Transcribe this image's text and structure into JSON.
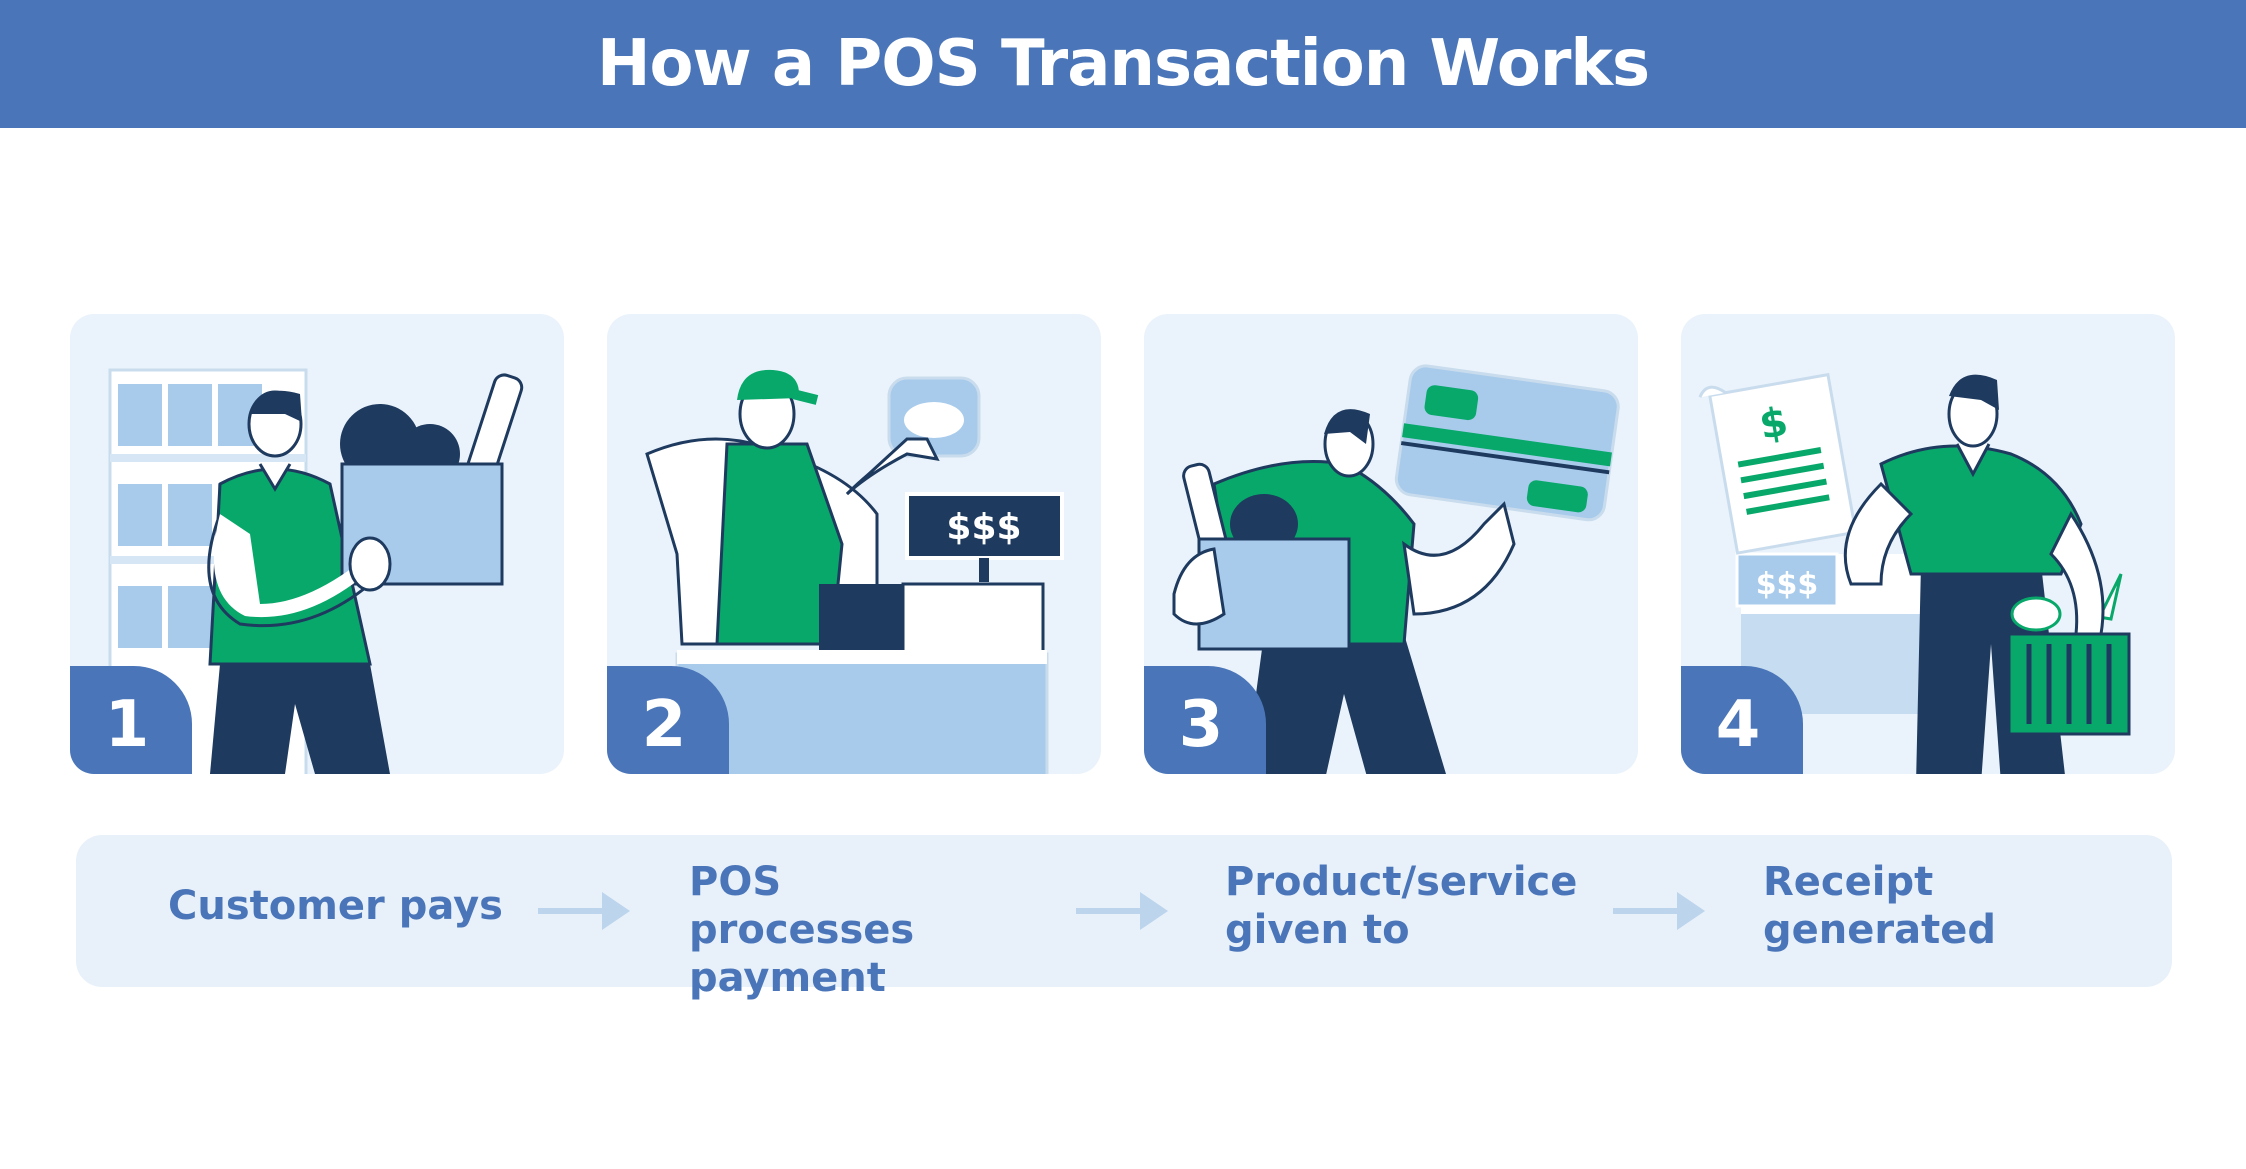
{
  "header": {
    "title": "How a POS Transaction Works"
  },
  "panels": [
    {
      "number": "1",
      "price_sign": ""
    },
    {
      "number": "2",
      "price_sign": "$$$"
    },
    {
      "number": "3",
      "price_sign": ""
    },
    {
      "number": "4",
      "price_sign": "$$$",
      "receipt_symbol": "$"
    }
  ],
  "steps": [
    {
      "label": "Customer pays"
    },
    {
      "label": "POS processes payment"
    },
    {
      "label": "Product/service given to"
    },
    {
      "label": "Receipt generated"
    }
  ],
  "colors": {
    "header_blue": "#4a76b9",
    "green": "#08a86b",
    "navy": "#1e3a5f",
    "light_blue": "#a8cbec",
    "panel_bg": "#eaf3fb"
  }
}
